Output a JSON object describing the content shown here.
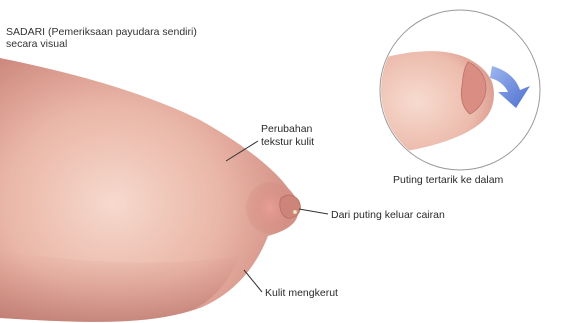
{
  "title": {
    "line1": "SADARI (Pemeriksaan payudara sendiri)",
    "line2": "secara visual"
  },
  "labels": {
    "texture_line1": "Perubahan",
    "texture_line2": "tekstur kulit",
    "nipple_retracted": "Puting tertarik ke dalam",
    "discharge": "Dari puting keluar cairan",
    "wrinkled_skin": "Kulit mengkerut"
  },
  "colors": {
    "skin_light": "#f5d3c6",
    "skin_mid": "#e7aa9c",
    "skin_dark": "#c97f76",
    "areola": "#d98c82",
    "arrow_blue": "#5a7ed6",
    "background": "#ffffff"
  }
}
